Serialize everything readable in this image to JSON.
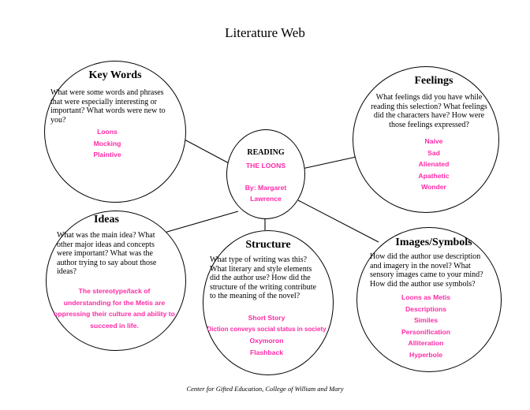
{
  "title": "Literature Web",
  "footer": "Center for Gifted Education, College of William and Mary",
  "center": {
    "heading": "READING",
    "lines": [
      "THE LOONS",
      "",
      "By: Margaret",
      "Lawrence"
    ]
  },
  "key_words": {
    "heading": "Key Words",
    "prompt": [
      "What were some words and phrases",
      "that were especially interesting or",
      "important? What words were new to",
      "you?"
    ],
    "answers": [
      "Loons",
      "Mocking",
      "Plaintive"
    ]
  },
  "feelings": {
    "heading": "Feelings",
    "prompt": [
      "What feelings did you have while",
      "reading this selection? What feelings",
      "did the characters have? How were",
      "those feelings expressed?"
    ],
    "answers": [
      "Naive",
      "Sad",
      "Alienated",
      "Apathetic",
      "Wonder"
    ]
  },
  "ideas": {
    "heading": "Ideas",
    "prompt": [
      "What was the main idea? What",
      "other major ideas and concepts",
      "were important? What was the",
      "author trying to say about those",
      "ideas?"
    ],
    "answers": [
      "The stereotype/lack of",
      "understanding for the Metis are",
      "oppressing their culture and ability to",
      "succeed in life."
    ]
  },
  "structure": {
    "heading": "Structure",
    "prompt": [
      "What type of writing was this?",
      "What literary and style elements",
      "did the author use? How did the",
      "structure of the writing contribute",
      "to the meaning of the novel?"
    ],
    "answers": [
      "Short Story",
      "Diction conveys social status in society",
      "Oxymoron",
      "Flashback"
    ]
  },
  "images_symbols": {
    "heading": "Images/Symbols",
    "prompt": [
      "How did the author use description",
      "and imagery in the novel? What",
      "sensory images came to your mind?",
      "How did the author use symbols?"
    ],
    "answers": [
      "Loons as Metis",
      "Descriptions",
      "Similes",
      "Personification",
      "Alliteration",
      "Hyperbole"
    ]
  }
}
